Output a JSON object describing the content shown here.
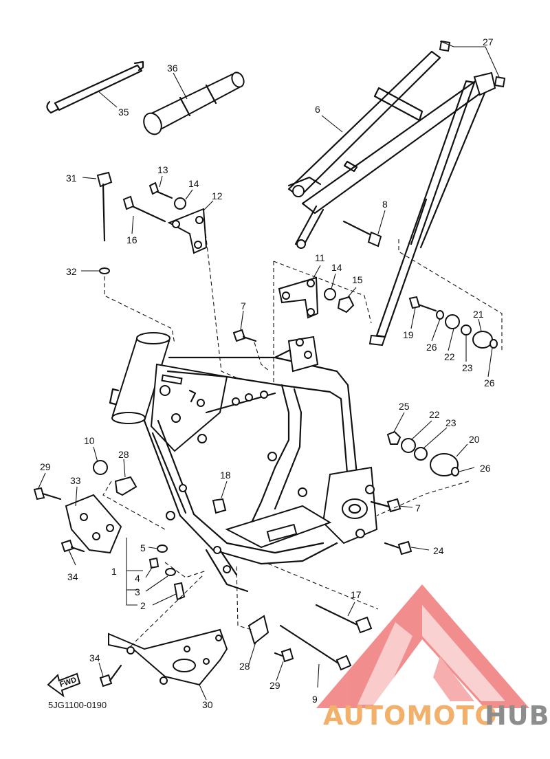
{
  "diagram": {
    "code": "5JG1100-0190",
    "fwd_label": "FWD",
    "callouts": [
      {
        "n": "27"
      },
      {
        "n": "36"
      },
      {
        "n": "35"
      },
      {
        "n": "6"
      },
      {
        "n": "13"
      },
      {
        "n": "14"
      },
      {
        "n": "31"
      },
      {
        "n": "12"
      },
      {
        "n": "16"
      },
      {
        "n": "8"
      },
      {
        "n": "32"
      },
      {
        "n": "11"
      },
      {
        "n": "14"
      },
      {
        "n": "15"
      },
      {
        "n": "7"
      },
      {
        "n": "21"
      },
      {
        "n": "19"
      },
      {
        "n": "26"
      },
      {
        "n": "22"
      },
      {
        "n": "23"
      },
      {
        "n": "26"
      },
      {
        "n": "25"
      },
      {
        "n": "22"
      },
      {
        "n": "23"
      },
      {
        "n": "20"
      },
      {
        "n": "26"
      },
      {
        "n": "10"
      },
      {
        "n": "28"
      },
      {
        "n": "29"
      },
      {
        "n": "18"
      },
      {
        "n": "33"
      },
      {
        "n": "7"
      },
      {
        "n": "5"
      },
      {
        "n": "24"
      },
      {
        "n": "1"
      },
      {
        "n": "4"
      },
      {
        "n": "34"
      },
      {
        "n": "3"
      },
      {
        "n": "17"
      },
      {
        "n": "2"
      },
      {
        "n": "34"
      },
      {
        "n": "28"
      },
      {
        "n": "29"
      },
      {
        "n": "9"
      },
      {
        "n": "30"
      }
    ]
  },
  "watermark": {
    "text_part1": "AUTOMOTO",
    "text_part2": "HUB",
    "color_part1": "#f3b06a",
    "color_part2": "#8d8d8d",
    "logo_color": "#f07a7a"
  }
}
